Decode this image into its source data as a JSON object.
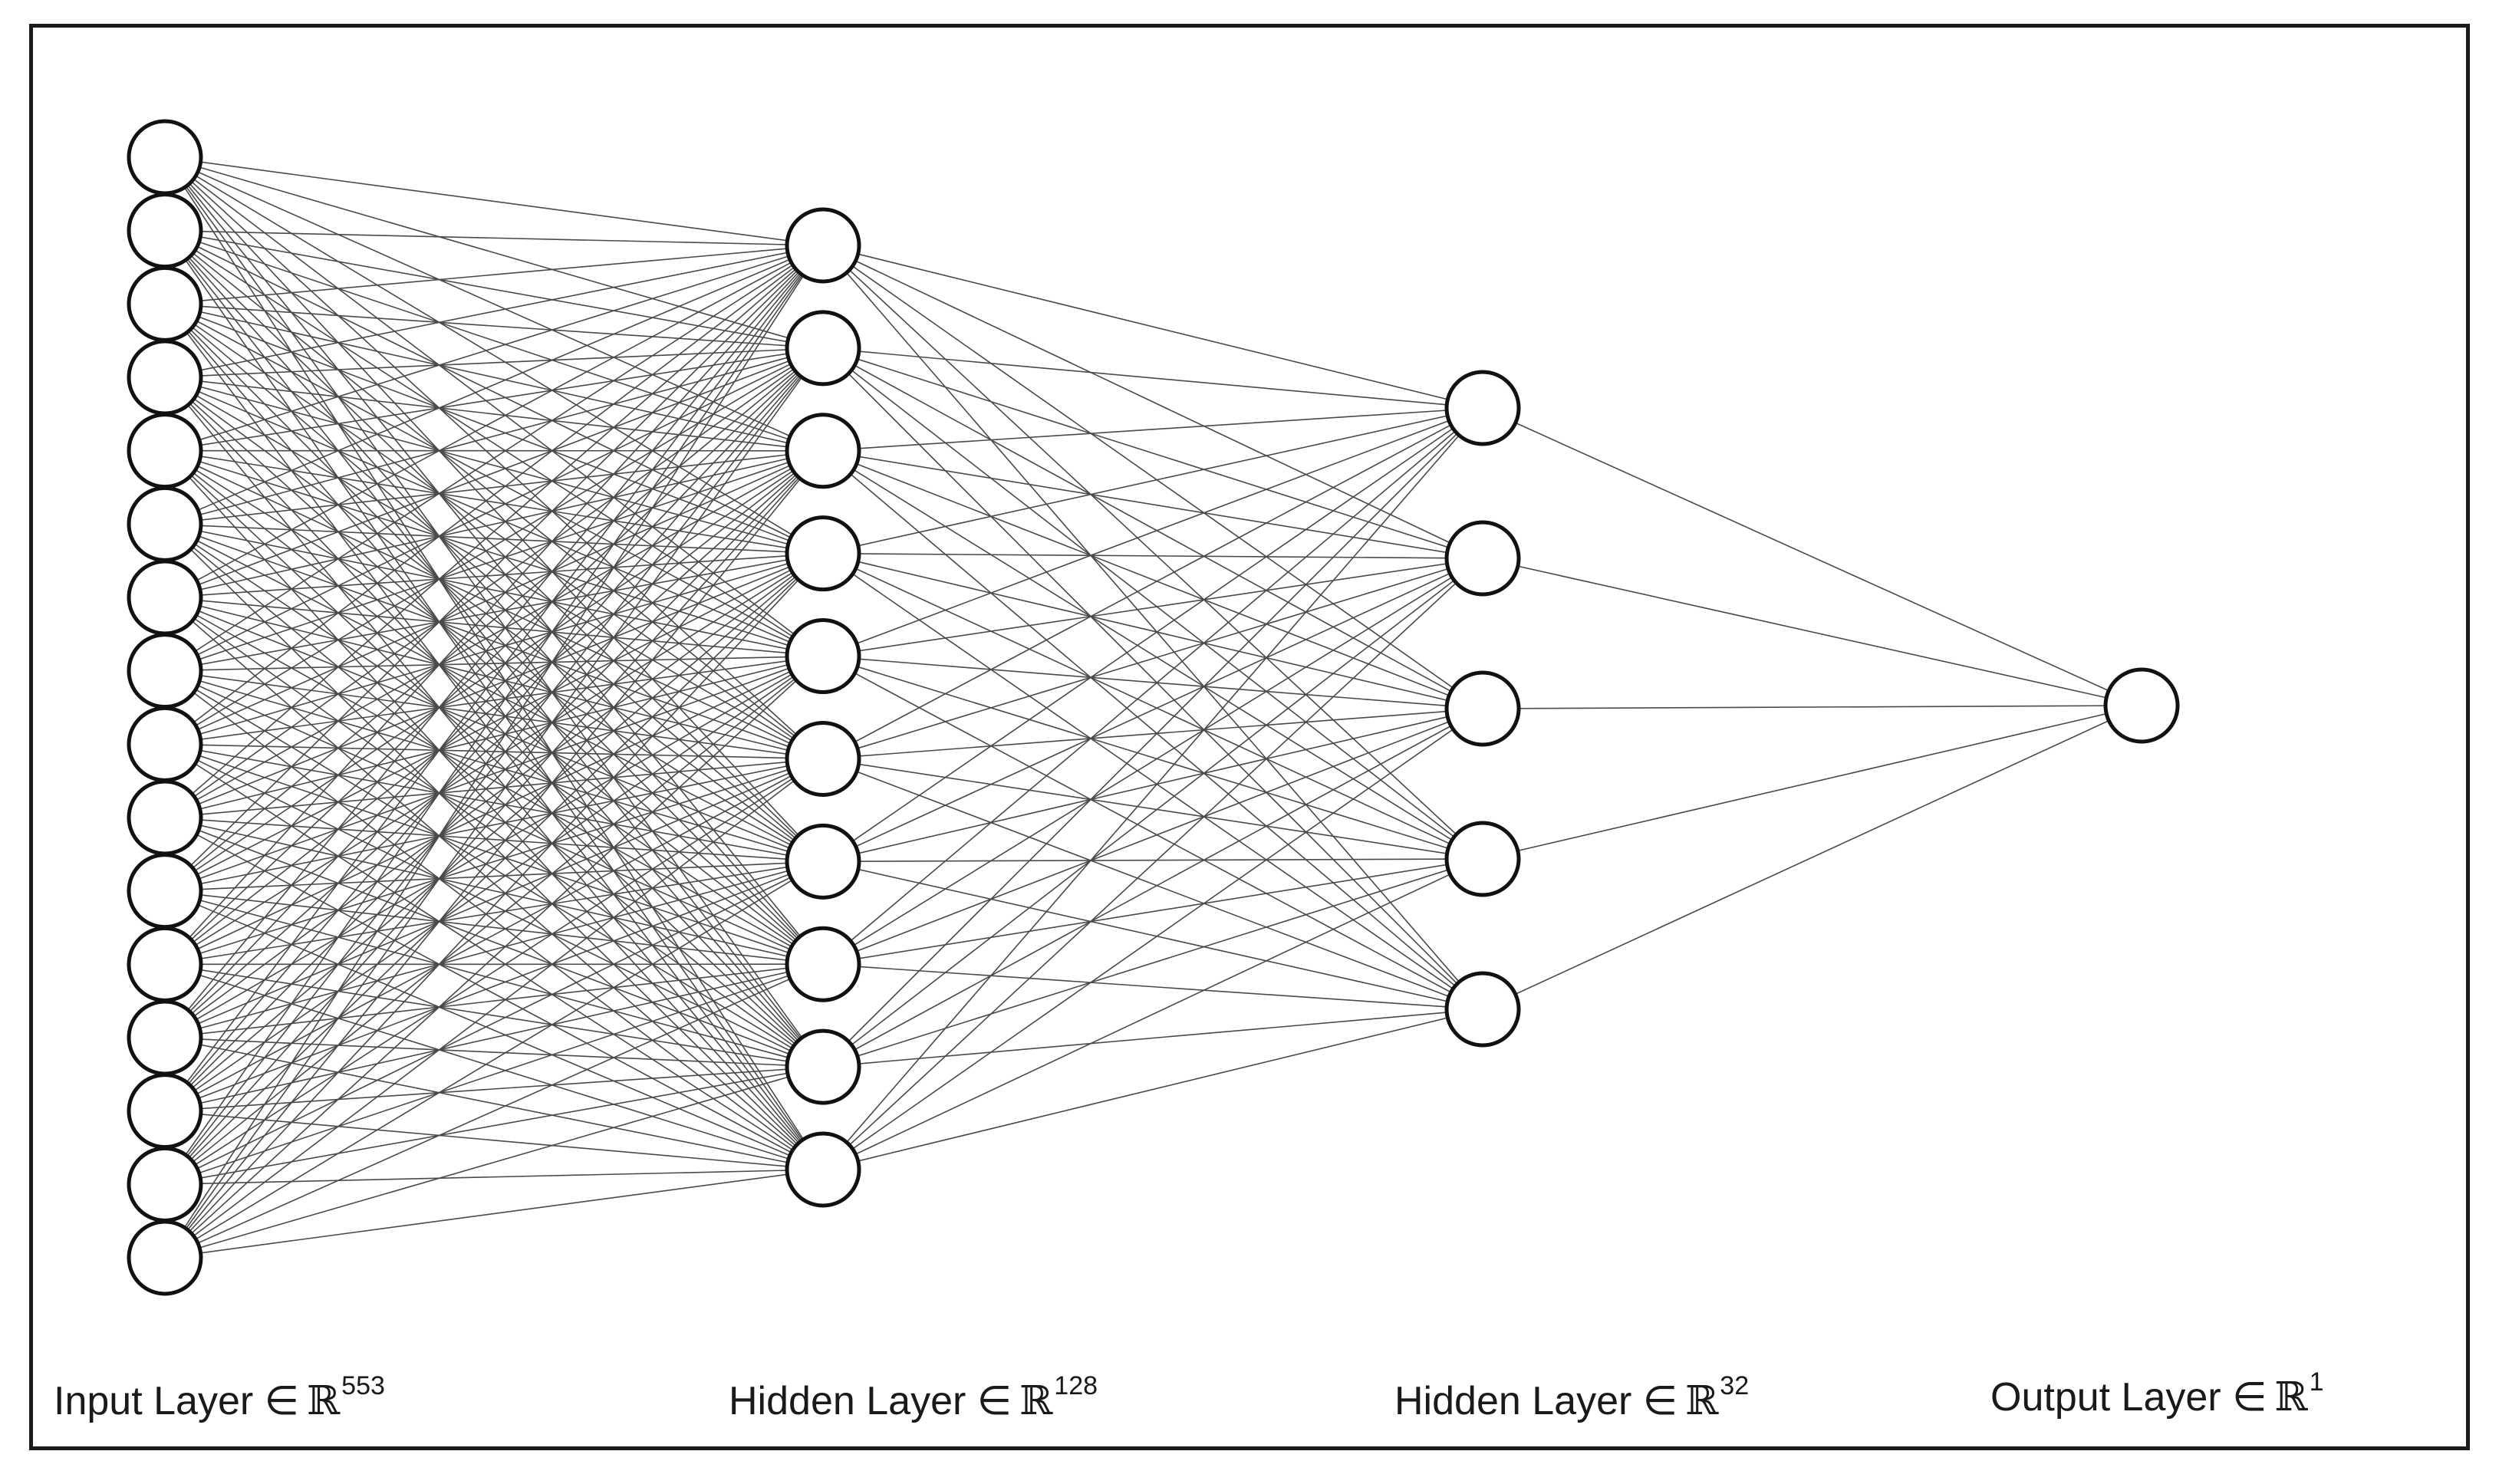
{
  "layers": [
    {
      "name": "Input Layer",
      "symbol": "∈",
      "set": "ℝ",
      "dim": "553",
      "drawn_nodes": 16
    },
    {
      "name": "Hidden Layer",
      "symbol": "∈",
      "set": "ℝ",
      "dim": "128",
      "drawn_nodes": 10
    },
    {
      "name": "Hidden Layer",
      "symbol": "∈",
      "set": "ℝ",
      "dim": "32",
      "drawn_nodes": 5
    },
    {
      "name": "Output Layer",
      "symbol": "∈",
      "set": "ℝ",
      "dim": "1",
      "drawn_nodes": 1
    }
  ],
  "connectivity": "fully-connected",
  "colors": {
    "node_stroke": "#111111",
    "node_fill": "#ffffff",
    "edge": "#4a4a4a",
    "frame": "#1a1a1a"
  }
}
